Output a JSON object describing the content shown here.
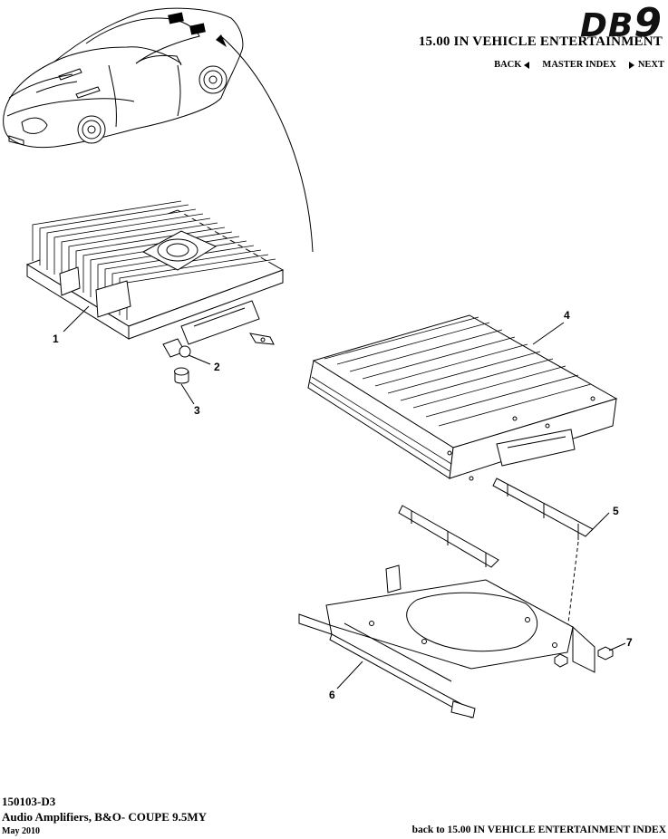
{
  "header": {
    "brand": "DB",
    "brand_suffix": "9",
    "section_title": "15.00 IN VEHICLE ENTERTAINMENT",
    "nav": {
      "back": "BACK",
      "master_index": "MASTER INDEX",
      "next": "NEXT"
    }
  },
  "callouts": [
    "1",
    "2",
    "3",
    "4",
    "5",
    "6",
    "7"
  ],
  "footer": {
    "code": "150103-D3",
    "title": "Audio Amplifiers, B&O- COUPE 9.5MY",
    "date": "May 2010",
    "back_link": "back to 15.00 IN VEHICLE ENTERTAINMENT INDEX"
  }
}
